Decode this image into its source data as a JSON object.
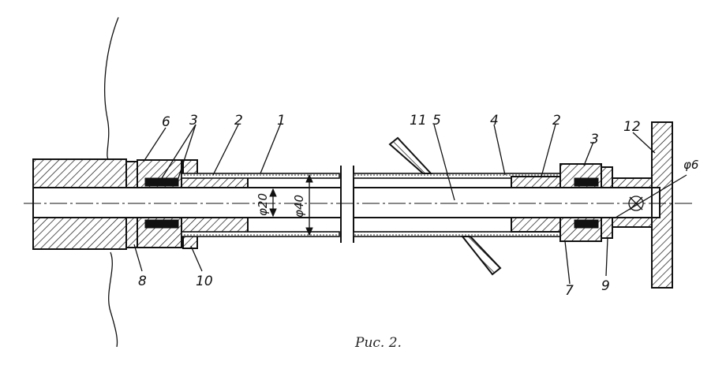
{
  "figure": {
    "caption": "Рис. 2.",
    "part_labels": {
      "l1": "1",
      "l2a": "2",
      "l2b": "2",
      "l3a": "3",
      "l3b": "3",
      "l4": "4",
      "l5": "5",
      "l6": "6",
      "l7": "7",
      "l8": "8",
      "l9": "9",
      "l10": "10",
      "l11": "11",
      "l12": "12"
    },
    "dimensions": {
      "inner": "φ20",
      "outer": "φ40",
      "hole": "φ6"
    }
  }
}
